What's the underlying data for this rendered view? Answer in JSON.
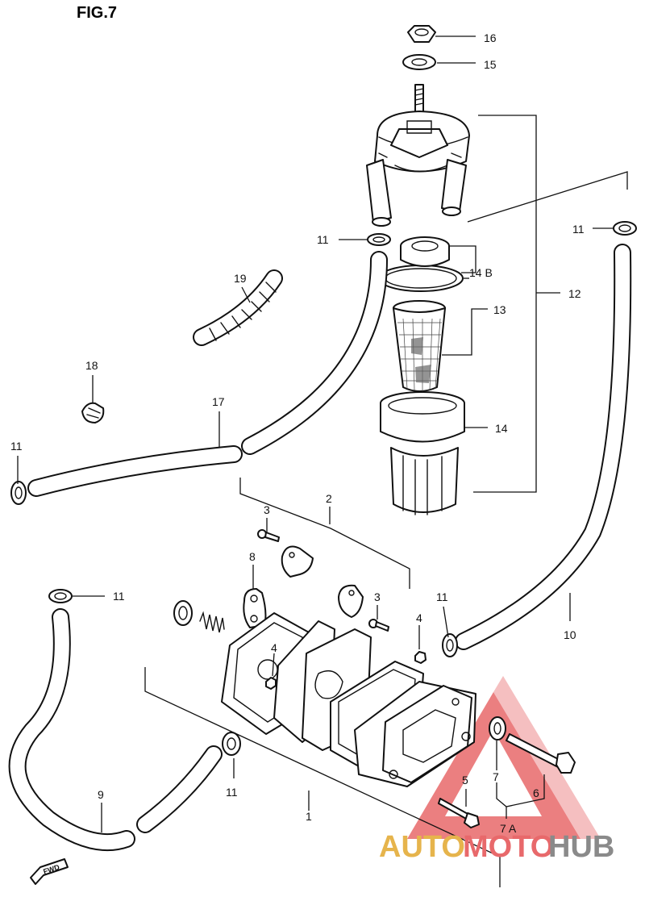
{
  "figure": {
    "title": "FIG.7"
  },
  "callouts": [
    {
      "id": "c16",
      "text": "16"
    },
    {
      "id": "c15",
      "text": "15"
    },
    {
      "id": "c11a",
      "text": "11"
    },
    {
      "id": "c11b",
      "text": "11"
    },
    {
      "id": "c14b",
      "text": "14 B"
    },
    {
      "id": "c12",
      "text": "12"
    },
    {
      "id": "c13",
      "text": "13"
    },
    {
      "id": "c19",
      "text": "19"
    },
    {
      "id": "c18",
      "text": "18"
    },
    {
      "id": "c17",
      "text": "17"
    },
    {
      "id": "c14",
      "text": "14"
    },
    {
      "id": "c11c",
      "text": "11"
    },
    {
      "id": "c2",
      "text": "2"
    },
    {
      "id": "c3a",
      "text": "3"
    },
    {
      "id": "c8",
      "text": "8"
    },
    {
      "id": "c3b",
      "text": "3"
    },
    {
      "id": "c11d",
      "text": "11"
    },
    {
      "id": "c11e",
      "text": "11"
    },
    {
      "id": "c4a",
      "text": "4"
    },
    {
      "id": "c4b",
      "text": "4"
    },
    {
      "id": "c10",
      "text": "10"
    },
    {
      "id": "c11f",
      "text": "11"
    },
    {
      "id": "c9",
      "text": "9"
    },
    {
      "id": "c1",
      "text": "1"
    },
    {
      "id": "c5",
      "text": "5"
    },
    {
      "id": "c7",
      "text": "7"
    },
    {
      "id": "c6",
      "text": "6"
    },
    {
      "id": "c7a",
      "text": "7  A"
    }
  ],
  "fwd": {
    "text": "FWD"
  },
  "watermark": {
    "word1": "AUTO",
    "word2": "MOTO",
    "word3": "HUB",
    "color_red": "#e8696b",
    "color_gray": "#8a8a8a",
    "color_gold": "#e6b44c"
  }
}
